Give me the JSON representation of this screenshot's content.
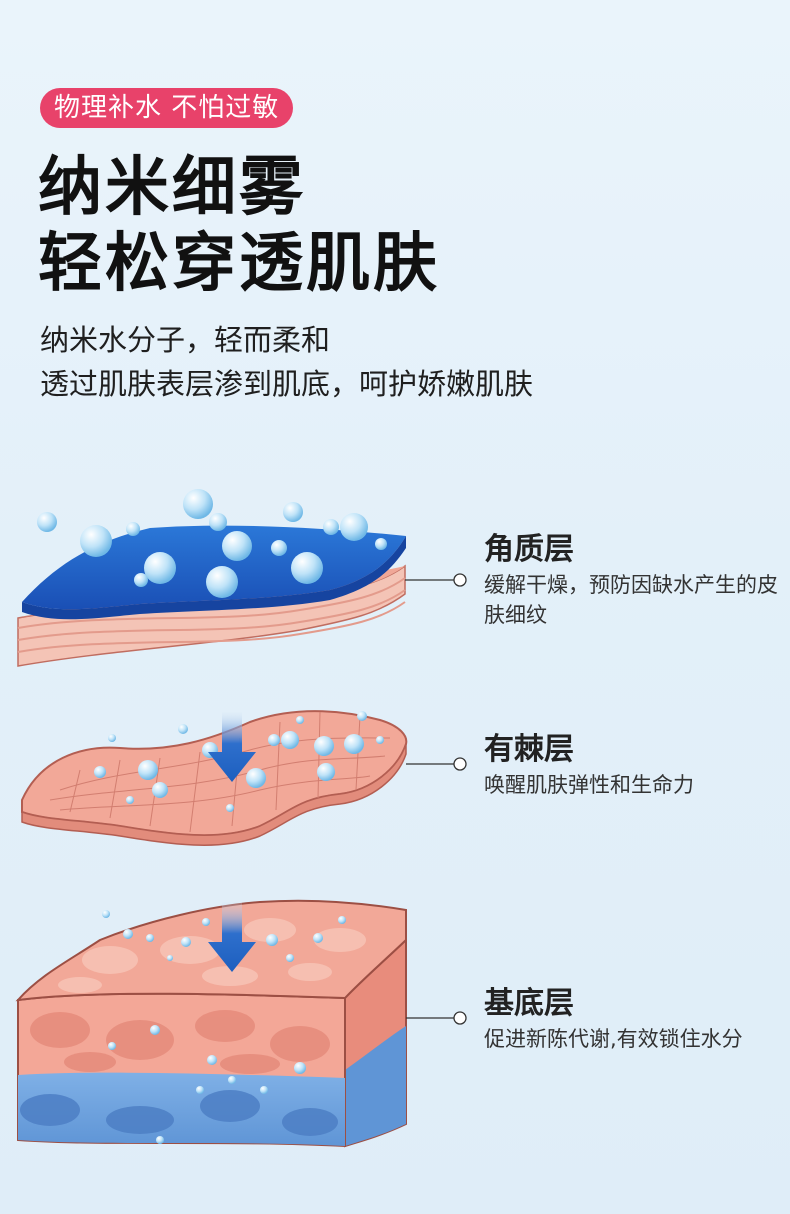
{
  "badge": "物理补水 不怕过敏",
  "title": {
    "line1": "纳米细雾",
    "line2": "轻松穿透肌肤"
  },
  "description": {
    "line1": "纳米水分子，轻而柔和",
    "line2": "透过肌肤表层渗到肌底，呵护娇嫩肌肤"
  },
  "layers": [
    {
      "name": "角质层",
      "desc": "缓解干燥，预防因缺水产生的皮肤细纹"
    },
    {
      "name": "有棘层",
      "desc": "唤醒肌肤弹性和生命力"
    },
    {
      "name": "基底层",
      "desc": "促进新陈代谢,有效锁住水分"
    }
  ],
  "colors": {
    "badge": "#e8426a",
    "water_blue": "#1f5fc8",
    "skin_pink": "#f1a596",
    "arrow": "#1d5fbf"
  }
}
